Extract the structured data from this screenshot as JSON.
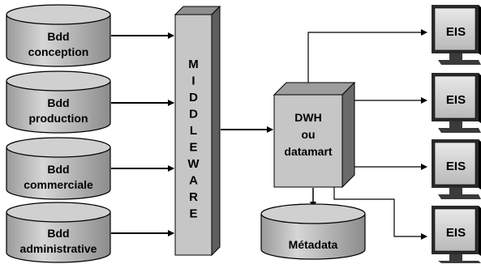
{
  "databases": [
    {
      "line1": "Bdd",
      "line2": "conception"
    },
    {
      "line1": "Bdd",
      "line2": "production"
    },
    {
      "line1": "Bdd",
      "line2": "commerciale"
    },
    {
      "line1": "Bdd",
      "line2": "administrative"
    }
  ],
  "middleware": {
    "letters": [
      "M",
      "I",
      "D",
      "D",
      "L",
      "E",
      "W",
      "A",
      "R",
      "E"
    ]
  },
  "warehouse": {
    "line1": "DWH",
    "line2": "ou",
    "line3": "datamart"
  },
  "metadata": {
    "label": "Métadata"
  },
  "eis": [
    {
      "label": "EIS"
    },
    {
      "label": "EIS"
    },
    {
      "label": "EIS"
    },
    {
      "label": "EIS"
    }
  ],
  "colors": {
    "fill": "#c8c8c8",
    "fill_dark": "#8a8a8a",
    "fill_side": "#a9a9a9",
    "stroke": "#000000",
    "screen": "#dcdcdc"
  }
}
